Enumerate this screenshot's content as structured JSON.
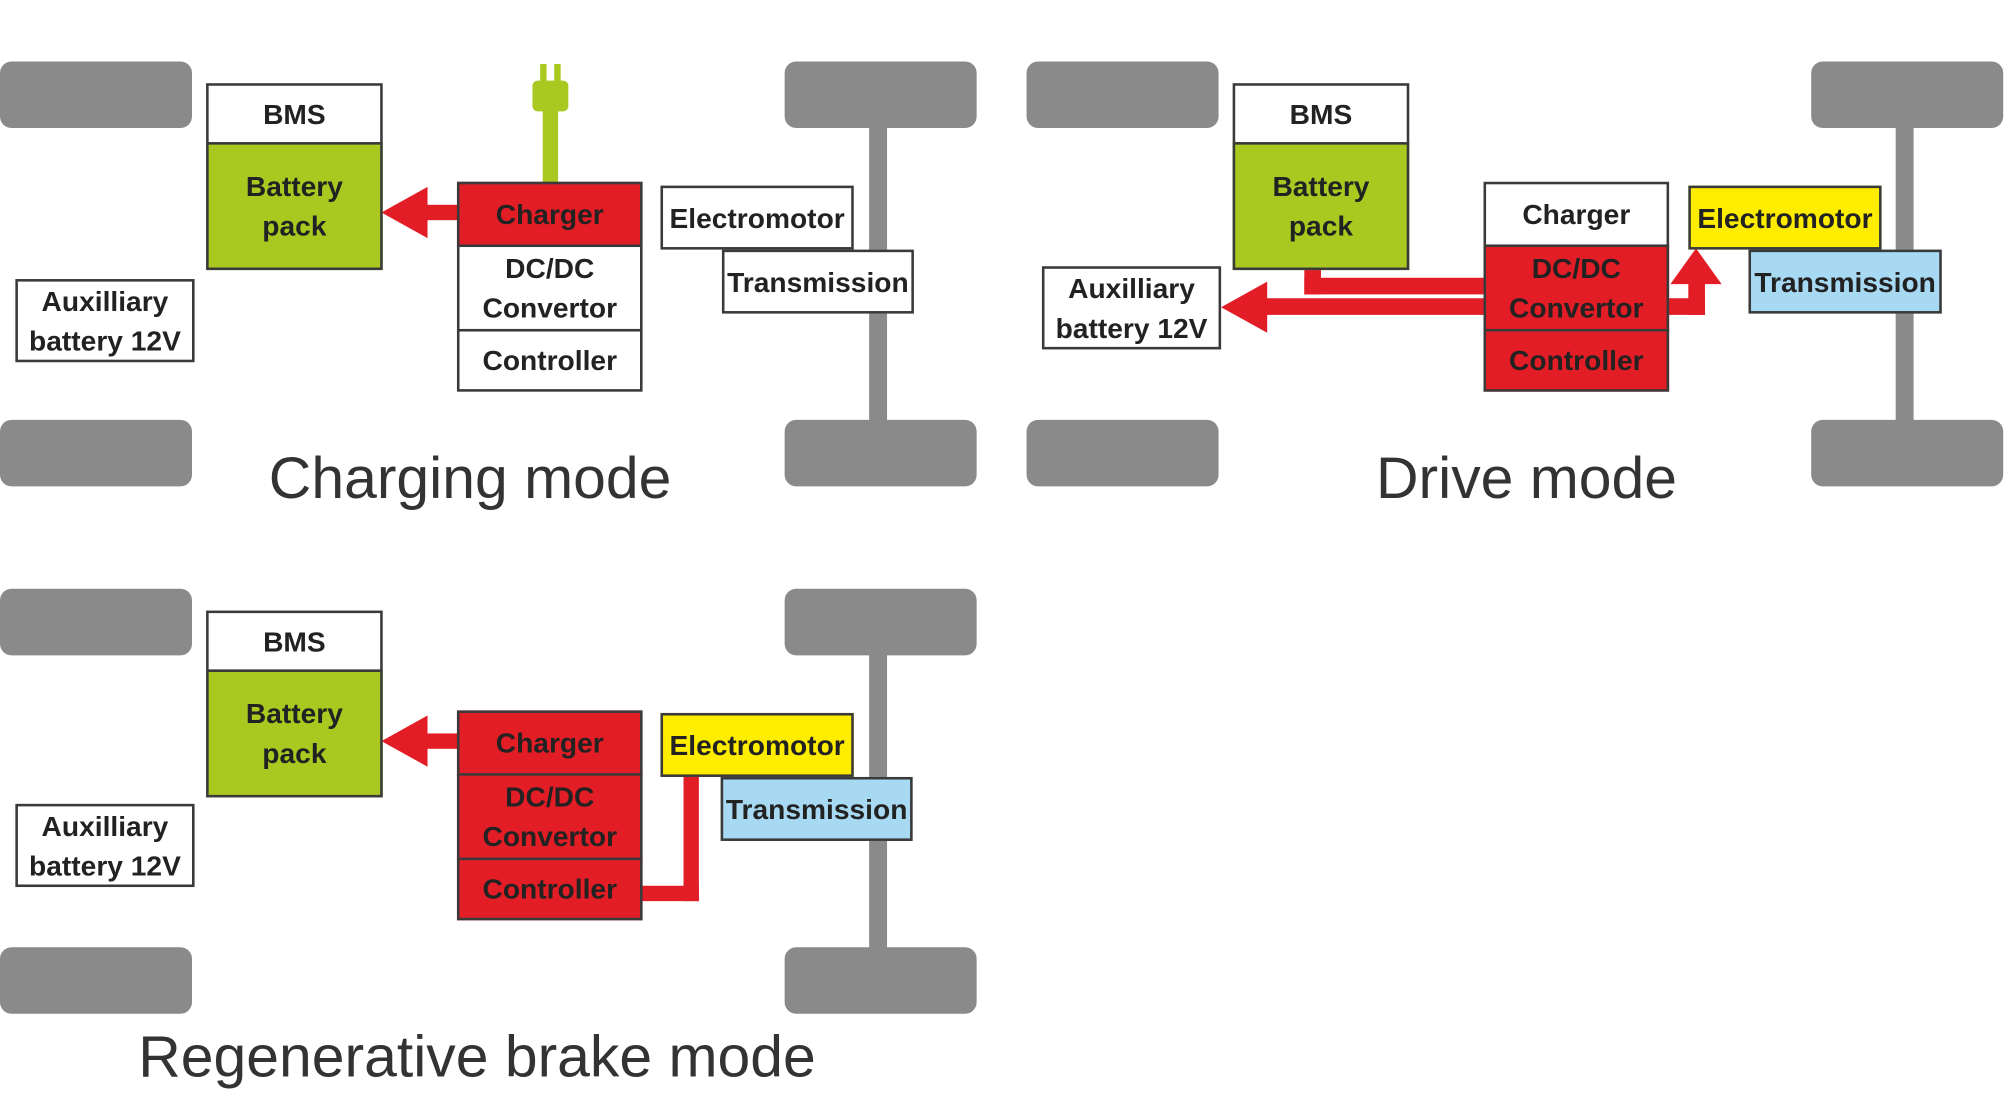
{
  "colors": {
    "active": "#e21d25",
    "battery": "#a9c920",
    "motor": "#ffed00",
    "transmission": "#a8d9f3",
    "chassis": "#8a8a8a",
    "plug": "#a9c920",
    "neutral": "#ffffff"
  },
  "panels": [
    {
      "caption": "Charging mode",
      "labels": {
        "bms": "BMS",
        "battery": "Battery\npack",
        "aux": "Auxilliary\nbattery 12V",
        "charger": "Charger",
        "dcdc": "DC/DC\nConvertor",
        "controller": "Controller",
        "motor": "Electromotor",
        "transmission": "Transmission"
      },
      "states": {
        "charger": "active",
        "dcdc": "neutral",
        "controller": "neutral",
        "motor": "neutral",
        "transmission": "neutral"
      },
      "plug_icon": "power-plug-icon"
    },
    {
      "caption": "Drive mode",
      "labels": {
        "bms": "BMS",
        "battery": "Battery\npack",
        "aux": "Auxilliary\nbattery 12V",
        "charger": "Charger",
        "dcdc": "DC/DC\nConvertor",
        "controller": "Controller",
        "motor": "Electromotor",
        "transmission": "Transmission"
      },
      "states": {
        "charger": "neutral",
        "dcdc": "active",
        "controller": "active",
        "motor": "motor",
        "transmission": "transmission"
      }
    },
    {
      "caption": "Regenerative brake mode",
      "labels": {
        "bms": "BMS",
        "battery": "Battery\npack",
        "aux": "Auxilliary\nbattery 12V",
        "charger": "Charger",
        "dcdc": "DC/DC\nConvertor",
        "controller": "Controller",
        "motor": "Electromotor",
        "transmission": "Transmission"
      },
      "states": {
        "charger": "active",
        "dcdc": "active",
        "controller": "active",
        "motor": "motor",
        "transmission": "transmission"
      }
    }
  ]
}
